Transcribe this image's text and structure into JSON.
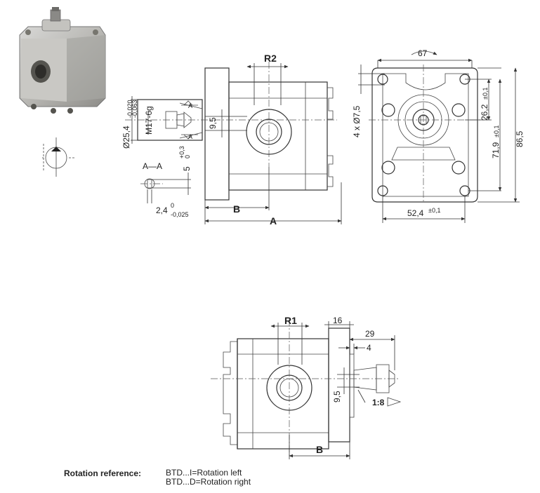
{
  "side_view": {
    "r2_label": "R2",
    "b_label": "B",
    "a_label": "A",
    "dim_9_5": "9,5",
    "diam_25_4": "Ø25,4",
    "diam_25_4_tol_upper": "-0,020",
    "diam_25_4_tol_lower": "-0,063",
    "thread": "M17-6g",
    "section_mark": "A",
    "section_label": "A—A",
    "key_width": "5",
    "key_width_tol_upper": "+0,3",
    "key_width_tol_lower": "0",
    "key_height": "2,4",
    "key_height_tol_upper": "0",
    "key_height_tol_lower": "-0,025"
  },
  "front_view": {
    "width_67": "67",
    "holes": "4 x Ø7,5",
    "dim_26_2": "26,2",
    "dim_26_2_tol": "±0,1",
    "dim_71_9": "71,9",
    "dim_71_9_tol": "±0,1",
    "height_86_5": "86,5",
    "dim_52_4": "52,4",
    "dim_52_4_tol": "±0,1"
  },
  "bottom_view": {
    "r1_label": "R1",
    "dim_16": "16",
    "dim_29": "29",
    "dim_4": "4",
    "dim_9_5": "9,5",
    "taper": "1:8",
    "b_label": "B"
  },
  "rotation": {
    "title": "Rotation reference:",
    "left": "BTD...I=Rotation left",
    "right": "BTD...D=Rotation right"
  }
}
